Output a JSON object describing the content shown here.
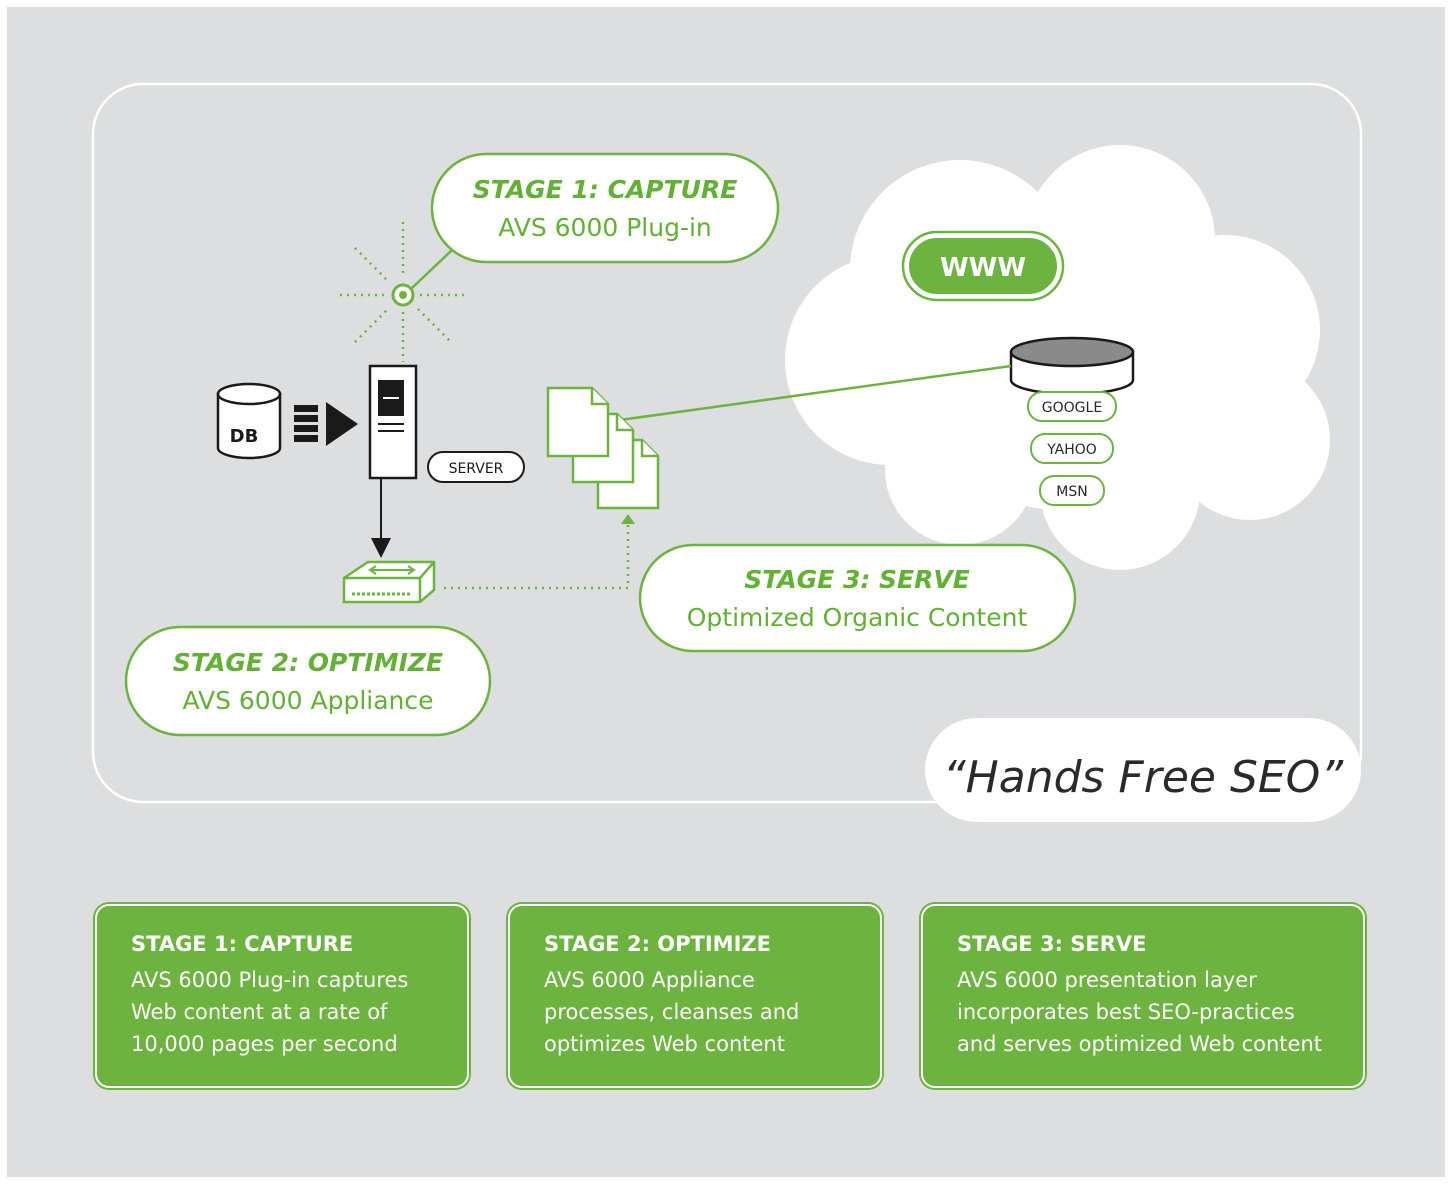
{
  "diagram": {
    "tagline": "“Hands Free SEO”",
    "callouts": {
      "capture": {
        "title": "STAGE 1: CAPTURE",
        "subtitle": "AVS 6000 Plug-in"
      },
      "optimize": {
        "title": "STAGE 2: OPTIMIZE",
        "subtitle": "AVS 6000 Appliance"
      },
      "serve": {
        "title": "STAGE 3: SERVE",
        "subtitle": "Optimized Organic Content"
      }
    },
    "nodes": {
      "db": "DB",
      "server": "SERVER",
      "www": "WWW"
    },
    "search_engines": [
      "GOOGLE",
      "YAHOO",
      "MSN"
    ]
  },
  "cards": [
    {
      "title": "STAGE 1: CAPTURE",
      "lines": [
        "AVS 6000 Plug-in captures",
        "Web content at a rate of",
        "10,000 pages per second"
      ]
    },
    {
      "title": "STAGE 2: OPTIMIZE",
      "lines": [
        "AVS 6000 Appliance",
        "processes, cleanses and",
        "optimizes Web content"
      ]
    },
    {
      "title": "STAGE 3: SERVE",
      "lines": [
        "AVS 6000 presentation layer",
        "incorporates best SEO-practices",
        "and serves optimized Web content"
      ]
    }
  ],
  "colors": {
    "background": "#dcdedf",
    "accent_green": "#6db33f",
    "panel_border": "#ffffff",
    "dark_gray": "#2a2a2a"
  }
}
